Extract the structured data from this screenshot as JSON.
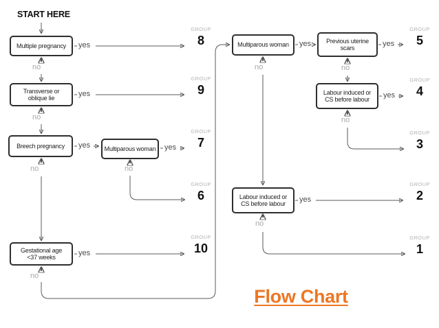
{
  "title": "Flow Chart",
  "start_label": "START HERE",
  "labels": {
    "yes": "yes",
    "no": "no",
    "group": "GROUP"
  },
  "nodes": [
    {
      "id": "multiple-pregnancy",
      "label": "Multiple pregnancy"
    },
    {
      "id": "transverse-oblique-lie",
      "label": "Transverse or\noblique lie"
    },
    {
      "id": "breech-pregnancy",
      "label": "Breech pregnancy"
    },
    {
      "id": "multiparous-woman-breech",
      "label": "Multiparous woman"
    },
    {
      "id": "gestational-age-under-37",
      "label": "Gestational age\n<37 weeks"
    },
    {
      "id": "multiparous-woman",
      "label": "Multiparous woman"
    },
    {
      "id": "previous-uterine-scars",
      "label": "Previous uterine\nscars"
    },
    {
      "id": "labour-induced-cs-upper",
      "label": "Labour induced or\nCS before labour"
    },
    {
      "id": "labour-induced-cs-lower",
      "label": "Labour induced or\nCS before labour"
    }
  ],
  "groups": [
    {
      "number": "8"
    },
    {
      "number": "9"
    },
    {
      "number": "7"
    },
    {
      "number": "6"
    },
    {
      "number": "10"
    },
    {
      "number": "5"
    },
    {
      "number": "4"
    },
    {
      "number": "3"
    },
    {
      "number": "2"
    },
    {
      "number": "1"
    }
  ],
  "colors": {
    "accent": "#ED7623",
    "box_border": "#2d2d2d",
    "line": "#5a5a5a",
    "yes_text": "#4a4a4a",
    "no_text": "#a8a8a8",
    "group_caption": "#b2b2b2"
  }
}
